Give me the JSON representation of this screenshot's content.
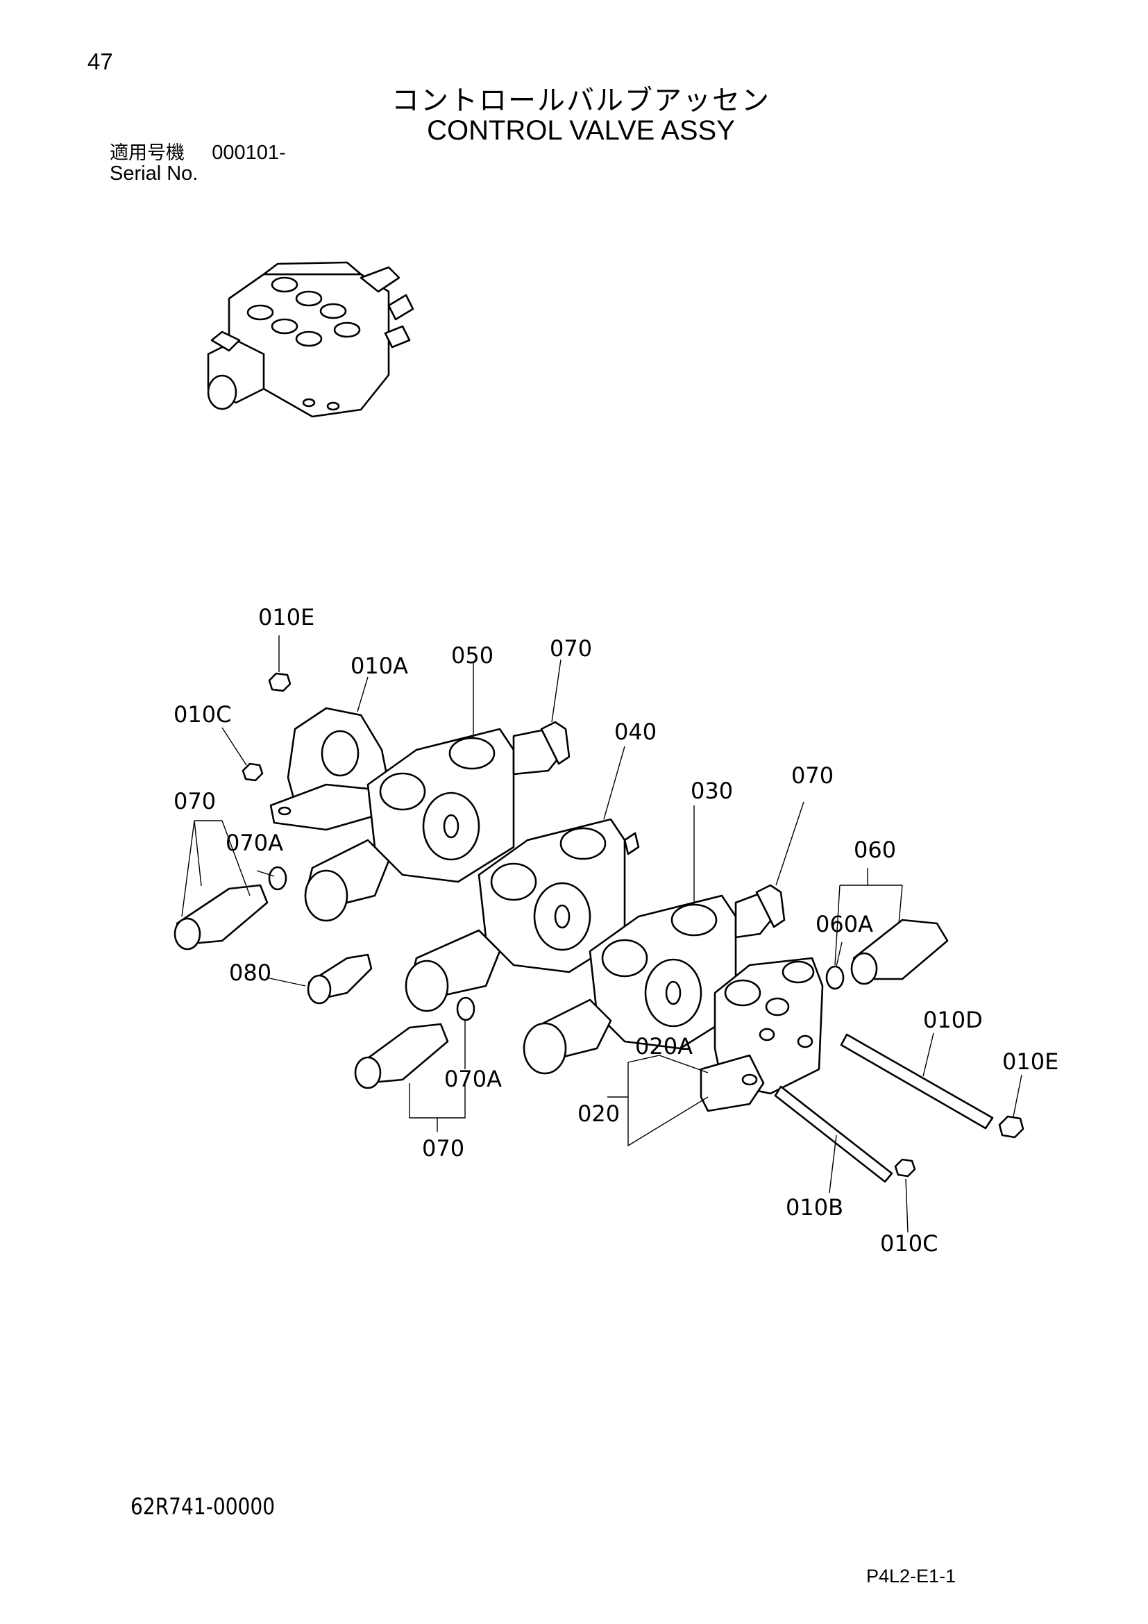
{
  "page_number": "47",
  "title_jp": "コントロールバルブアッセン",
  "title_en": "CONTROL VALVE ASSY",
  "serial_label_jp": "適用号機",
  "serial_value": "000101-",
  "serial_label_en": "Serial No.",
  "drawing_code": "62R741-00000",
  "page_code": "P4L2-E1-1",
  "callouts": {
    "c010E_top": "010E",
    "c010A": "010A",
    "c050": "050",
    "c070_top": "070",
    "c010C_left": "010C",
    "c040": "040",
    "c070_left": "070",
    "c070A_left": "070A",
    "c030": "030",
    "c070_right": "070",
    "c060": "060",
    "c060A": "060A",
    "c080": "080",
    "c010D": "010D",
    "c020A": "020A",
    "c010E_right": "010E",
    "c070A_bottom": "070A",
    "c020": "020",
    "c070_bottom": "070",
    "c010B": "010B",
    "c010C_bottom": "010C"
  }
}
